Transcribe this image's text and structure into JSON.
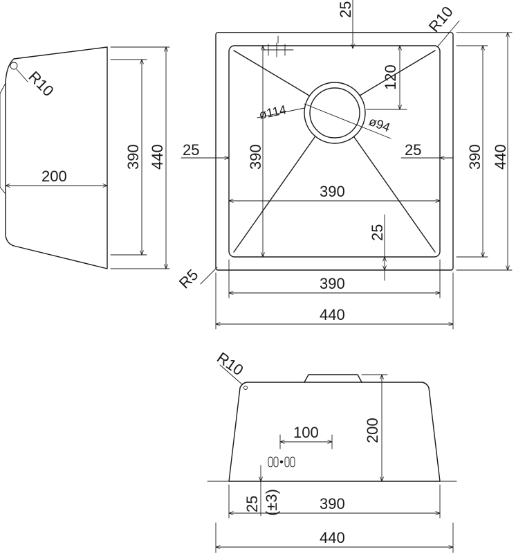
{
  "drawing": {
    "top_view": {
      "top_margin": "25",
      "corner_radius": "R10",
      "drain_depth": "120",
      "outer_diameter": "ø114",
      "inner_diameter": "ø94",
      "left_margin": "25",
      "right_margin": "25",
      "inner_height": "390",
      "right_inner_height": "390",
      "right_outer_height": "440",
      "inner_width": "390",
      "bottom_margin": "25",
      "corner_radius_outer": "R5",
      "bottom_inner_width": "390",
      "bottom_outer_width": "440"
    },
    "side_view": {
      "corner_radius": "R10",
      "depth": "200",
      "inner_height": "390",
      "outer_height": "440"
    },
    "front_view": {
      "corner_radius": "R10",
      "height": "200",
      "overflow_width": "100",
      "edge_offset": "25",
      "tolerance": "(±3)",
      "inner_width": "390",
      "outer_width": "440"
    }
  }
}
